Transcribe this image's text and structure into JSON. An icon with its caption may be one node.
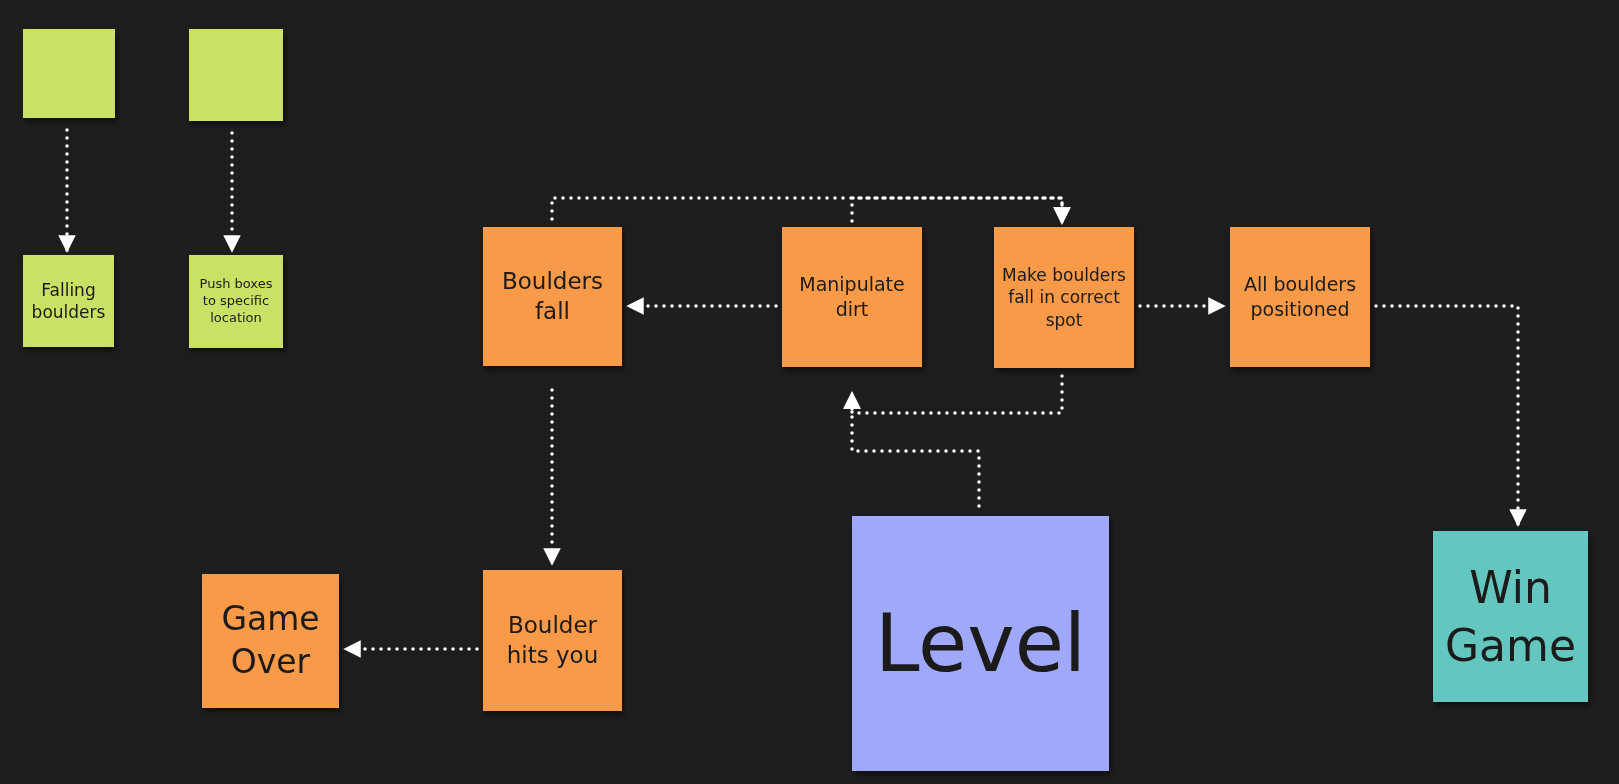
{
  "diagram": {
    "nodes": [
      {
        "text": [],
        "shape": "box"
      },
      {
        "text": [],
        "shape": "box"
      },
      {
        "text": [
          "Falling boulders"
        ]
      },
      {
        "text": [
          "Push boxes to specific location"
        ]
      },
      {
        "text": [
          "Boulders fall"
        ]
      },
      {
        "text": [
          "Manipulate dirt"
        ]
      },
      {
        "text": [
          "Make boulders fall in correct spot"
        ]
      },
      {
        "text": [
          "All boulders positioned"
        ]
      },
      {
        "text": [
          "Boulder hits you"
        ]
      },
      {
        "text": [
          "Game Over"
        ]
      },
      {
        "text": [
          "Level"
        ]
      },
      {
        "text": [
          "Win Game"
        ]
      }
    ],
    "edges": [
      {
        "from": 0,
        "to": 2,
        "arrow": "to"
      },
      {
        "from": 1,
        "to": 3,
        "arrow": "to"
      },
      {
        "from": 4,
        "to": 6,
        "arrow": "to"
      },
      {
        "from": 5,
        "to": 6,
        "arrow": "to"
      },
      {
        "from": 5,
        "to": 4,
        "arrow": "to"
      },
      {
        "from": 6,
        "to": 7,
        "arrow": "to"
      },
      {
        "from": 7,
        "to": 11,
        "arrow": "to"
      },
      {
        "from": 6,
        "to": 5,
        "arrow": "to"
      },
      {
        "from": 10,
        "to": 5,
        "arrow": "to"
      },
      {
        "from": 4,
        "to": 8,
        "arrow": "to"
      },
      {
        "from": 8,
        "to": 9,
        "arrow": "to"
      }
    ]
  }
}
